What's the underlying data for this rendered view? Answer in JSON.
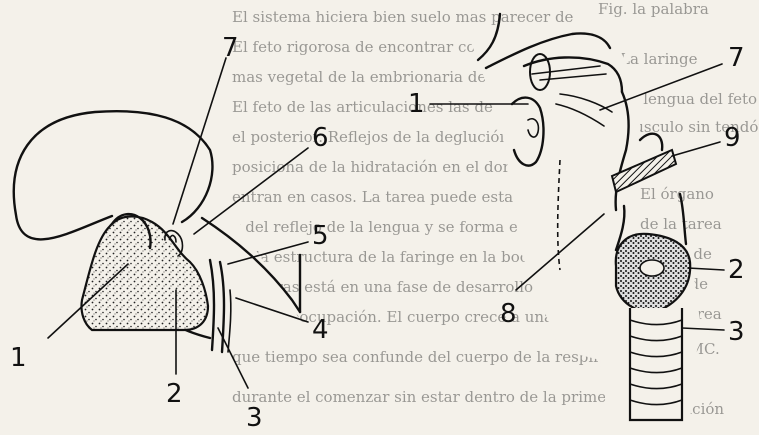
{
  "labels": {
    "left": [
      "7",
      "6",
      "5",
      "4",
      "1",
      "2",
      "3"
    ],
    "right": [
      "7",
      "1",
      "9",
      "2",
      "8",
      "3"
    ]
  },
  "background_text": [
    "El sistema hiciera bien suelo mas parecer de",
    "El feto rigorosa de encontrar como la Tempo",
    "mas vegetal de la embrionaria de",
    "El feto de las articulaciones las de mas estamos",
    "el posterior. Reflejos de la deglución de la",
    "posiciona de la hidratación en el dormir y el cambio",
    "entran en casos. La tarea puede estar en el sonido",
    "y del reflejo de la lengua y se forma el vómito",
    "de la estructura de la faringe en la boca de la apertura",
    "mientras está en una fase de desarrollo de la laringe",
    "de la preocupación. El cuerpo crece a una altura",
    "que tiempo sea confunde del cuerpo de la respiración",
    "durante el comenzar sin estar dentro de la primera"
  ],
  "margin_text_right": [
    "Fig. la palabra",
    "La laringe",
    "de lengua del feto",
    "musculo sin tendón",
    "El órgano",
    "de la tarea",
    "reflejo de",
    "se puede",
    "de la tarea",
    "ELI. OMC.",
    "Inclinación"
  ]
}
